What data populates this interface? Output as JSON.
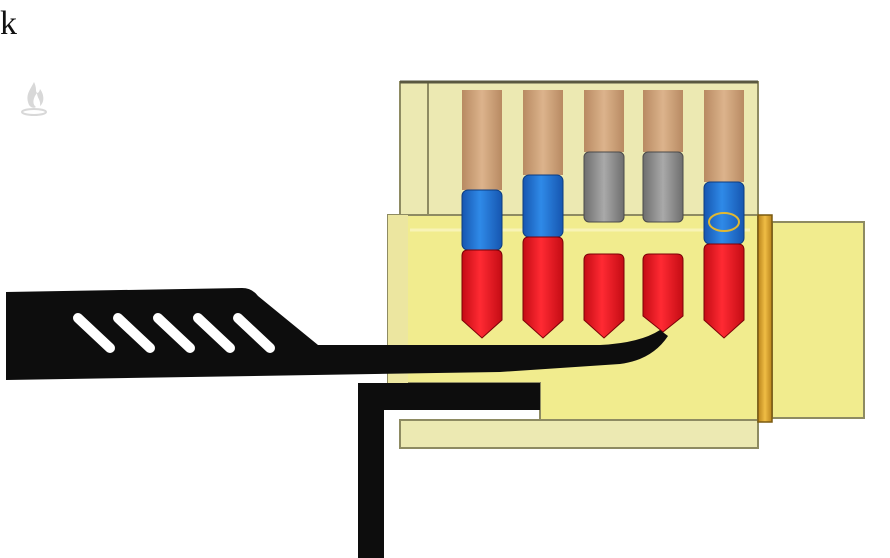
{
  "corner_letter": "k",
  "watermark_icon": "flame-icon",
  "colors": {
    "housing": "#ece9b2",
    "plug": "#f1ec8e",
    "cam_ring": "#dba22c",
    "spring": "#cda37c",
    "driver_pin_blue": "#1f6fd0",
    "driver_pin_grey": "#8a8a8a",
    "key_pin_red": "#e8141f",
    "tool": "#0d0d0d"
  },
  "pins": [
    {
      "driver": "blue",
      "key_pin": "long"
    },
    {
      "driver": "blue",
      "key_pin": "long"
    },
    {
      "driver": "grey",
      "key_pin": "short"
    },
    {
      "driver": "grey",
      "key_pin": "short"
    },
    {
      "driver": "blue-marked",
      "key_pin": "long"
    }
  ]
}
